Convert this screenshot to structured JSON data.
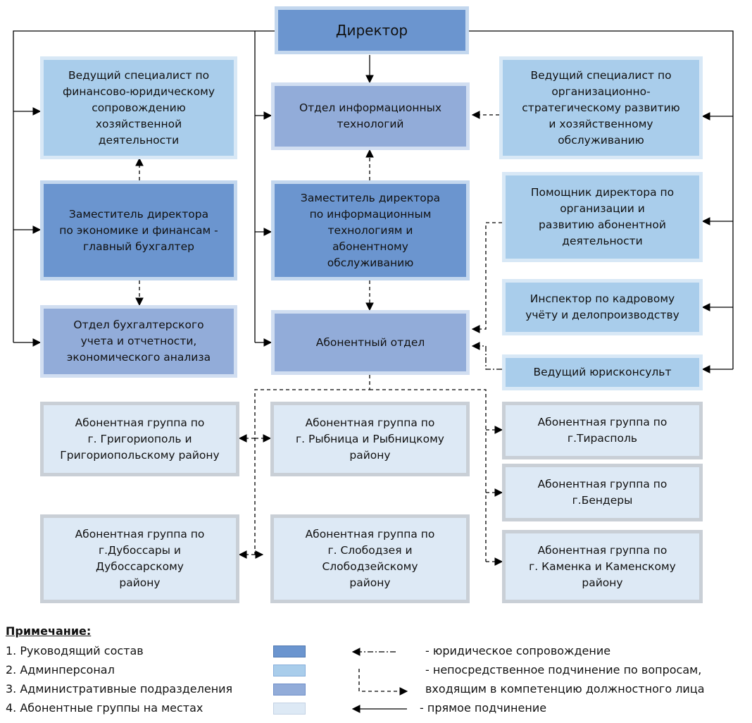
{
  "nodes": {
    "director": "Директор",
    "fin_legal_specialist": "Ведущий специалист по\nфинансово-юридическому\nсопровождению\nхозяйственной\nдеятельности",
    "it_department": "Отдел информационных\nтехнологий",
    "org_strategic_specialist": "Ведущий специалист по\nорганизационно-\nстратегическому развитию\nи хозяйственному\nобслуживанию",
    "deputy_economics": "Заместитель директора\nпо экономике и финансам -\nглавный бухгалтер",
    "deputy_it": "Заместитель директора\nпо информационным\nтехнологиям и\nабонентному\nобслуживанию",
    "assistant_director": "Помощник директора по\nорганизации и\nразвитию абонентной\nдеятельности",
    "accounting_department": "Отдел бухгалтерского\nучета и отчетности,\nэкономического анализа",
    "subscriber_department": "Абонентный отдел",
    "hr_inspector": "Инспектор по кадровому\nучёту и делопроизводству",
    "lead_legal_advisor": "Ведущий юрисконсульт",
    "group_grigoriopol": "Абонентная группа по\nг. Григориополь и\nГригориопольскому району",
    "group_rybnitsa": "Абонентная группа по\nг. Рыбница и Рыбницкому\nрайону",
    "group_tiraspol": "Абонентная группа по\nг.Тирасполь",
    "group_bendery": "Абонентная группа по\nг.Бендеры",
    "group_dubossary": "Абонентная группа по\nг.Дубоссары и\nДубоссарскому\nрайону",
    "group_slobodzeya": "Абонентная группа по\nг. Слободзея и\nСлободзейскому\nрайону",
    "group_kamenka": "Абонентная группа по\nг. Каменка и Каменскому\nрайону"
  },
  "legend": {
    "title": "Примечание:",
    "items": [
      "1. Руководящий состав",
      "2. Админперсонал",
      "3. Административные подразделения",
      "4. Абонентные группы на местах"
    ],
    "colors": [
      "#6b95cf",
      "#a9cdeb",
      "#92acd9",
      "#dde9f5"
    ],
    "line_legal": "- юридическое сопровождение",
    "line_functional_1": "- непосредственное подчинение по вопросам,",
    "line_functional_2": "входящим в компетенцию должностного лица",
    "line_direct": "- прямое подчинение"
  }
}
